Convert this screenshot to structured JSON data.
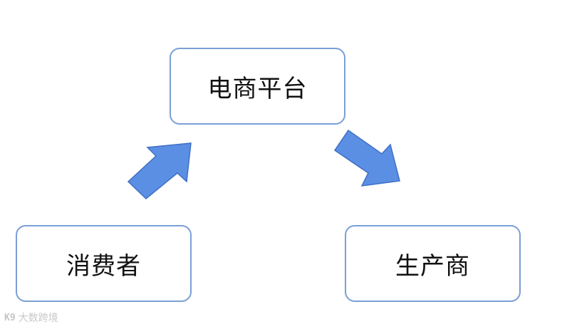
{
  "nodes": {
    "platform": "电商平台",
    "consumer": "消费者",
    "producer": "生产商"
  },
  "colors": {
    "node_border": "#7a9fd6",
    "arrow_fill": "#5b8fe4",
    "arrow_stroke": "#3f6fc4"
  },
  "watermark": {
    "logo": "K9",
    "text": "大数跨境"
  }
}
